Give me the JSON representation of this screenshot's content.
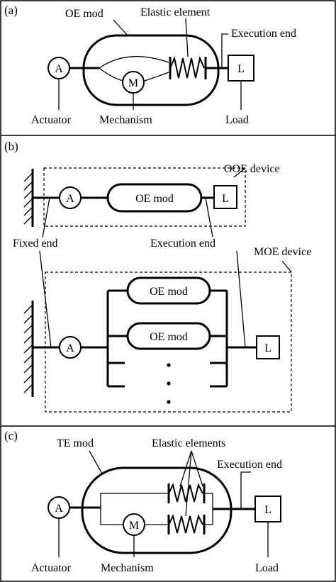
{
  "panel_a": {
    "tag": "(a)",
    "oe_mod": "OE mod",
    "elastic_element": "Elastic element",
    "execution_end": "Execution end",
    "actuator_symbol": "A",
    "mechanism_symbol": "M",
    "load_symbol": "L",
    "actuator": "Actuator",
    "mechanism": "Mechanism",
    "load": "Load"
  },
  "panel_b": {
    "tag": "(b)",
    "ooe_device": "OOE device",
    "moe_device": "MOE device",
    "fixed_end": "Fixed end",
    "execution_end": "Execution end",
    "actuator_symbol": "A",
    "load_symbol": "L",
    "oe_mod_top": "OE mod",
    "oe_mod_1": "OE mod",
    "oe_mod_2": "OE mod",
    "ellipsis": "⋮"
  },
  "panel_c": {
    "tag": "(c)",
    "te_mod": "TE mod",
    "elastic_elements": "Elastic elements",
    "execution_end": "Execution end",
    "actuator_symbol": "A",
    "mechanism_symbol": "M",
    "load_symbol": "L",
    "actuator": "Actuator",
    "mechanism": "Mechanism",
    "load": "Load"
  }
}
